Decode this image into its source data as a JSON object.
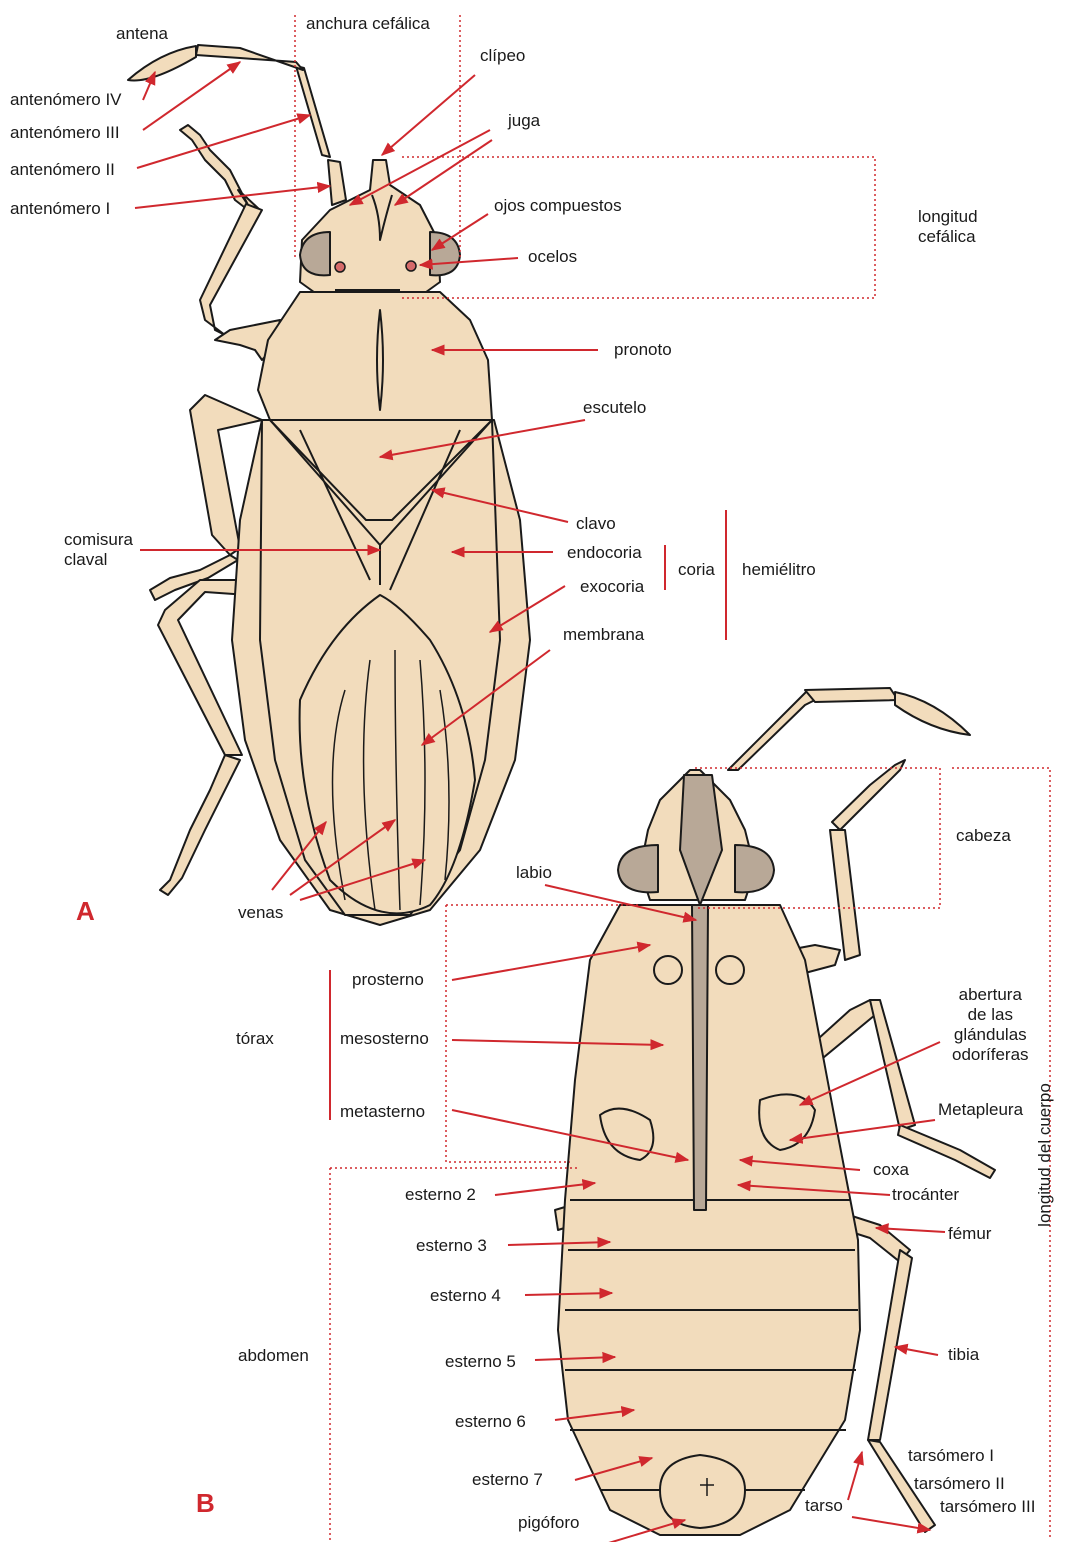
{
  "colors": {
    "body": "#f2dcbc",
    "eye": "#b8a897",
    "ocellus": "#d66a6a",
    "arrow": "#d0282e",
    "outline": "#1a1a1a",
    "label": "#1a1a1a"
  },
  "panels": {
    "a": "A",
    "b": "B"
  },
  "labels_a": {
    "antena": "antena",
    "antenomero_iv": "antenómero IV",
    "antenomero_iii": "antenómero III",
    "antenomero_ii": "antenómero II",
    "antenomero_i": "antenómero I",
    "anchura_cefalica": "anchura cefálica",
    "clipeo": "clípeo",
    "juga": "juga",
    "ojos_compuestos": "ojos compuestos",
    "ocelos": "ocelos",
    "longitud_cefalica": "longitud\ncefálica",
    "pronoto": "pronoto",
    "escutelo": "escutelo",
    "clavo": "clavo",
    "comisura_claval": "comisura\nclaval",
    "endocoria": "endocoria",
    "exocoria": "exocoria",
    "coria": "coria",
    "hemielitro": "hemiélitro",
    "membrana": "membrana",
    "venas": "venas"
  },
  "labels_b": {
    "cabeza": "cabeza",
    "labio": "labio",
    "prosterno": "prosterno",
    "torax": "tórax",
    "mesosterno": "mesosterno",
    "metasterno": "metasterno",
    "abertura": "abertura\nde las\nglándulas\nodoríferas",
    "metapleura": "Metapleura",
    "longitud_cuerpo": "longitud del cuerpo",
    "coxa": "coxa",
    "trocanter": "trocánter",
    "femur": "fémur",
    "esterno_2": "esterno 2",
    "esterno_3": "esterno 3",
    "esterno_4": "esterno 4",
    "abdomen": "abdomen",
    "esterno_5": "esterno 5",
    "tibia": "tibia",
    "esterno_6": "esterno 6",
    "tarsomero_i": "tarsómero I",
    "tarsomero_ii": "tarsómero II",
    "tarsomero_iii": "tarsómero III",
    "esterno_7": "esterno 7",
    "tarso": "tarso",
    "pigoforo": "pigóforo"
  }
}
